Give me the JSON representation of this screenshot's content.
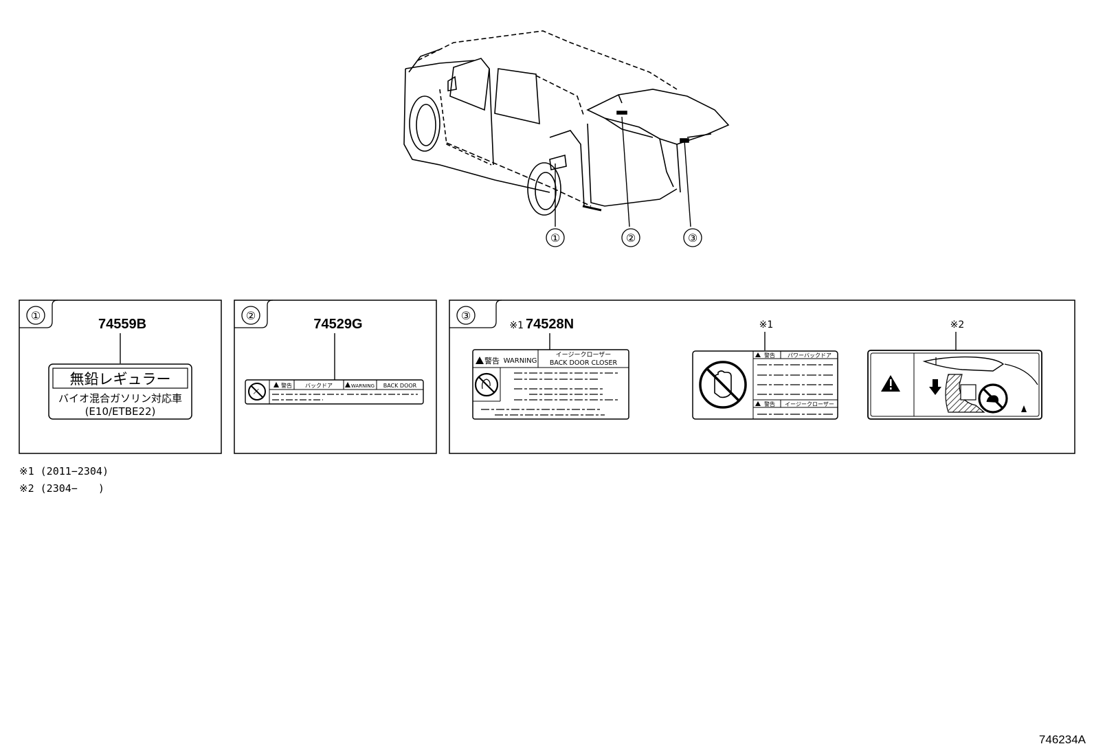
{
  "callouts": [
    "①",
    "②",
    "③"
  ],
  "panel1": {
    "callout": "①",
    "part": "74559B",
    "label_line1": "無鉛レギュラー",
    "label_line2": "バイオ混合ガソリン対応車",
    "label_line3": "(E10/ETBE22)"
  },
  "panel2": {
    "callout": "②",
    "part": "74529G",
    "warn_jp": "警告",
    "door_jp": "バックドア",
    "warning": "WARNING",
    "back_door": "BACK DOOR"
  },
  "panel3": {
    "callout": "③",
    "mark": "※1",
    "part": "74528N",
    "warn_jp": "警告",
    "warning": "WARNING",
    "closer_jp": "イージークローザー",
    "closer_en": "BACK DOOR CLOSER",
    "label2_mark": "※1",
    "label2_warn1": "警告",
    "label2_power": "パワーバックドア",
    "label2_warn2": "警告",
    "label2_closer": "イージークローザー",
    "label3_mark": "※2"
  },
  "notes": [
    "※1 (2011−2304)",
    "※2 (2304−　　)"
  ],
  "ref": "746234A",
  "colors": {
    "line": "#000000",
    "background": "#ffffff"
  }
}
